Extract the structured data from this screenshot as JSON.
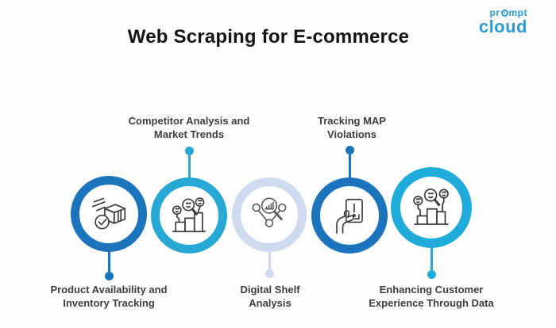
{
  "title": "Web Scraping for E-commerce",
  "logo": {
    "part1": "pr",
    "part2": "mpt",
    "bottom": "cloud"
  },
  "palette": {
    "dark_blue": "#1C75BC",
    "cyan": "#27A8D5",
    "bright_cyan": "#1FACDB",
    "pale_blue": "#CEDAEE",
    "label_text": "#3E3E3E",
    "title_text": "#141414",
    "logo_blue": "#2C9BD7"
  },
  "items": [
    {
      "id": "product-availability",
      "label": "Product Availability and\nInventory Tracking",
      "label_position": "bottom",
      "icon": "package-check-icon",
      "color": "#1C75BC"
    },
    {
      "id": "competitor-analysis",
      "label": "Competitor Analysis and\nMarket Trends",
      "label_position": "top",
      "icon": "competitor-podium-icon",
      "color": "#27A8D5"
    },
    {
      "id": "digital-shelf",
      "label": "Digital Shelf\nAnalysis",
      "label_position": "bottom",
      "icon": "shelf-analysis-magnifier-icon",
      "color": "#CEDAEE"
    },
    {
      "id": "map-violations",
      "label": "Tracking MAP\nViolations",
      "label_position": "top",
      "icon": "hand-card-alert-icon",
      "color": "#1C75BC"
    },
    {
      "id": "customer-experience",
      "label": "Enhancing Customer\nExperience Through Data",
      "label_position": "bottom",
      "icon": "customer-podium-icon",
      "color": "#1FACDB"
    }
  ]
}
